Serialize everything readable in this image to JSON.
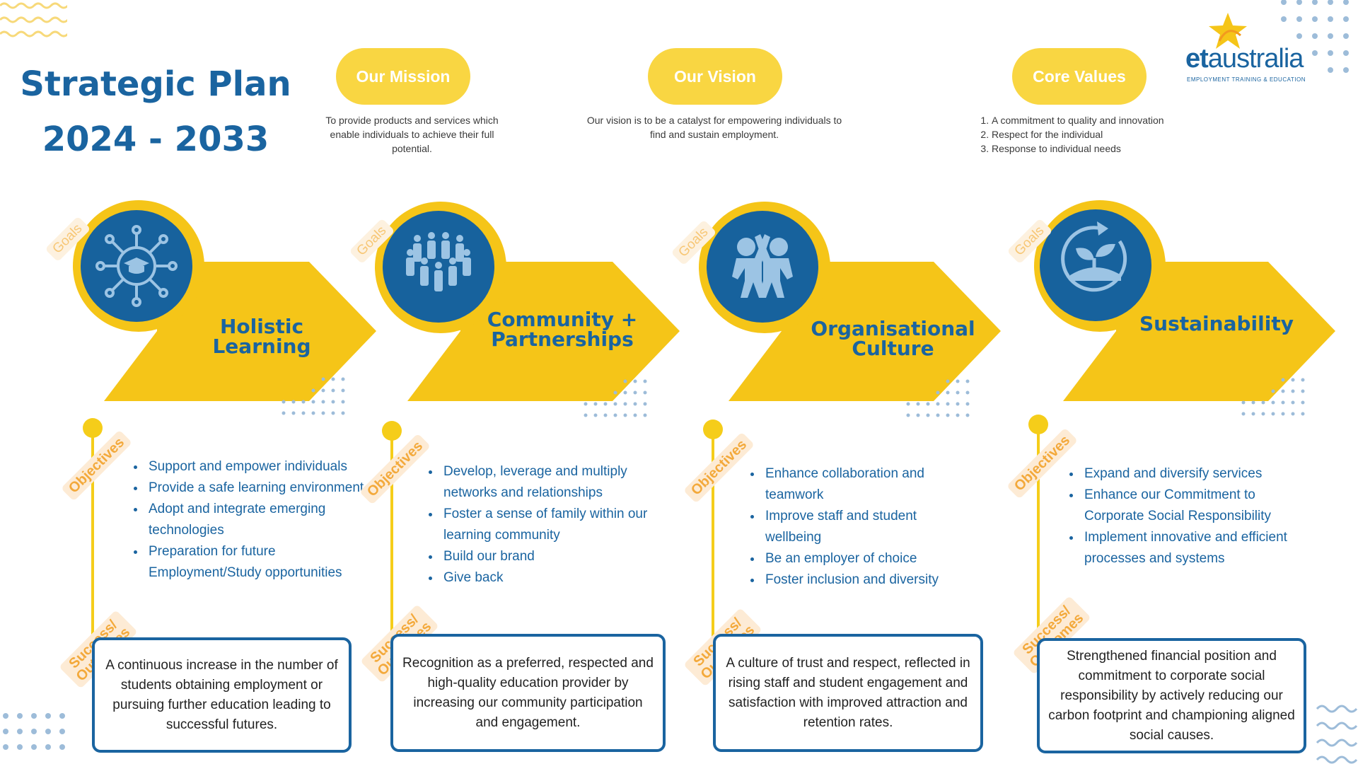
{
  "header": {
    "title_line1": "Strategic Plan",
    "title_line2": "2024 - 2033"
  },
  "logo": {
    "brand_bold": "et",
    "brand_rest": "australia",
    "tagline": "EMPLOYMENT TRAINING & EDUCATION",
    "icon": "star-icon"
  },
  "mission": {
    "label": "Our Mission",
    "text": "To provide products and services which enable individuals to achieve their full potential."
  },
  "vision": {
    "label": "Our Vision",
    "text": "Our vision is to be a catalyst for empowering individuals to find and sustain employment."
  },
  "values": {
    "label": "Core Values",
    "items": [
      "A commitment to quality and innovation",
      "Respect for the individual",
      "Response to individual needs"
    ]
  },
  "labels": {
    "goals": "Goals",
    "objectives": "Objectives",
    "outcomes_line1": "Success/",
    "outcomes_line2": "Outcomes"
  },
  "colors": {
    "primary_blue": "#1a64a0",
    "yellow": "#f5cd1a",
    "light_yellow": "#f9d642",
    "orange_text": "#f3a93b",
    "icon_blue": "#9cc4e4"
  },
  "columns": [
    {
      "title_line1": "Holistic Learning",
      "title_line2": "",
      "icon": "network-graduation-icon",
      "objectives": [
        "Support and empower individuals",
        "Provide a safe learning environment",
        "Adopt and integrate emerging technologies",
        "Preparation for future Employment/Study opportunities"
      ],
      "outcome": "A continuous increase in the number of students obtaining employment or pursuing further education leading to successful futures."
    },
    {
      "title_line1": "Community +",
      "title_line2": "Partnerships",
      "icon": "people-group-icon",
      "objectives": [
        "Develop, leverage and multiply networks and relationships",
        "Foster a sense of family within our learning community",
        "Build our brand",
        "Give back"
      ],
      "outcome": "Recognition as a preferred, respected and high-quality education provider by increasing our community participation and engagement."
    },
    {
      "title_line1": "Organisational",
      "title_line2": "Culture",
      "icon": "high-five-icon",
      "objectives": [
        "Enhance collaboration and teamwork",
        "Improve staff and student wellbeing",
        "Be an employer of choice",
        "Foster inclusion and diversity"
      ],
      "outcome": "A culture of trust and respect, reflected in rising staff and student engagement and satisfaction with improved attraction and retention rates."
    },
    {
      "title_line1": "Sustainability",
      "title_line2": "",
      "icon": "plant-cycle-icon",
      "objectives": [
        "Expand and diversify services",
        "Enhance our Commitment to Corporate Social Responsibility",
        "Implement innovative and efficient processes and systems"
      ],
      "outcome": "Strengthened financial position and commitment to corporate social responsibility by actively reducing our carbon footprint and championing aligned social causes."
    }
  ]
}
